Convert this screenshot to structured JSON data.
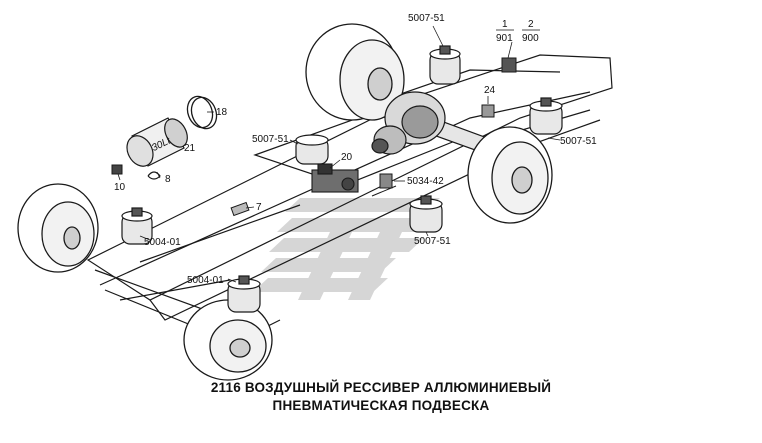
{
  "caption": {
    "line1": "2116 ВОЗДУШНЫЙ РЕССИВЕР АЛЛЮМИНИЕВЫЙ",
    "line2": "ПНЕВМАТИЧЕСКАЯ ПОДВЕСКА"
  },
  "callouts": {
    "c5007_51_top": "5007-51",
    "frac1_num": "1",
    "frac1_den": "901",
    "frac2_num": "2",
    "frac2_den": "900",
    "c24": "24",
    "c18": "18",
    "c5007_51_left": "5007-51",
    "c21": "21",
    "c20": "20",
    "c5007_51_right": "5007-51",
    "c10": "10",
    "c8": "8",
    "c5034_42": "5034-42",
    "c7": "7",
    "c5004_01_left": "5004-01",
    "c5007_51_bottom": "5007-51",
    "c5004_01_bottom": "5004-01"
  },
  "receiver_marking": "30Lt",
  "colors": {
    "line": "#1a1a1a",
    "shade": "#cfcfcf",
    "watermark": "#cfcfcf"
  }
}
